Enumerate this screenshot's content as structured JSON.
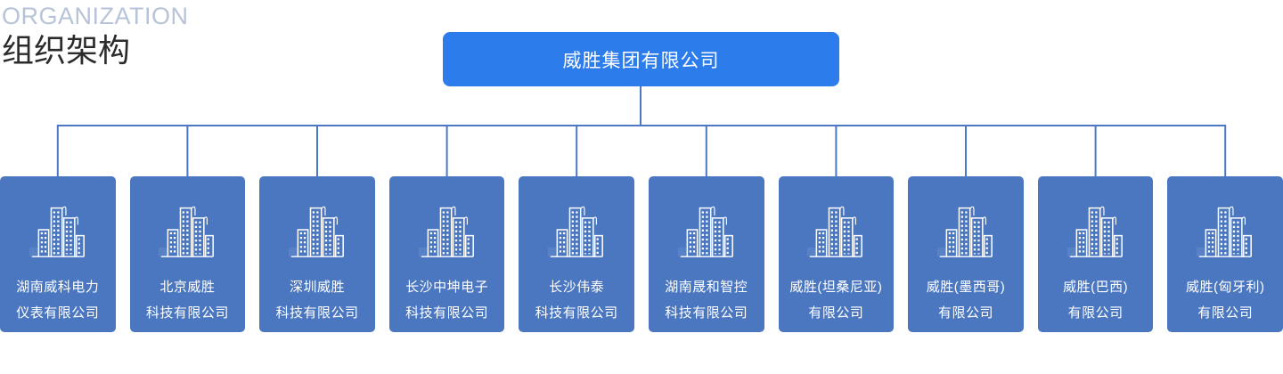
{
  "page": {
    "eyebrow": "ORGANIZATION",
    "title": "组织架构"
  },
  "colors": {
    "root_node_blue": "#2d7ceb",
    "child_card_blue": "#4b77c0",
    "connector_blue": "#4a78c4",
    "eyebrow_gray_blue": "#b7c3d8",
    "title_dark": "#2b2b2b",
    "node_text_white": "#ffffff"
  },
  "org": {
    "root": {
      "name": "威胜集团有限公司"
    },
    "children": [
      {
        "line1": "湖南威科电力",
        "line2": "仪表有限公司"
      },
      {
        "line1": "北京威胜",
        "line2": "科技有限公司"
      },
      {
        "line1": "深圳威胜",
        "line2": "科技有限公司"
      },
      {
        "line1": "长沙中坤电子",
        "line2": "科技有限公司"
      },
      {
        "line1": "长沙伟泰",
        "line2": "科技有限公司"
      },
      {
        "line1": "湖南晟和智控",
        "line2": "科技有限公司"
      },
      {
        "line1": "威胜(坦桑尼亚)",
        "line2": "有限公司"
      },
      {
        "line1": "威胜(墨西哥)",
        "line2": "有限公司"
      },
      {
        "line1": "威胜(巴西)",
        "line2": "有限公司"
      },
      {
        "line1": "威胜(匈牙利)",
        "line2": "有限公司"
      }
    ]
  }
}
